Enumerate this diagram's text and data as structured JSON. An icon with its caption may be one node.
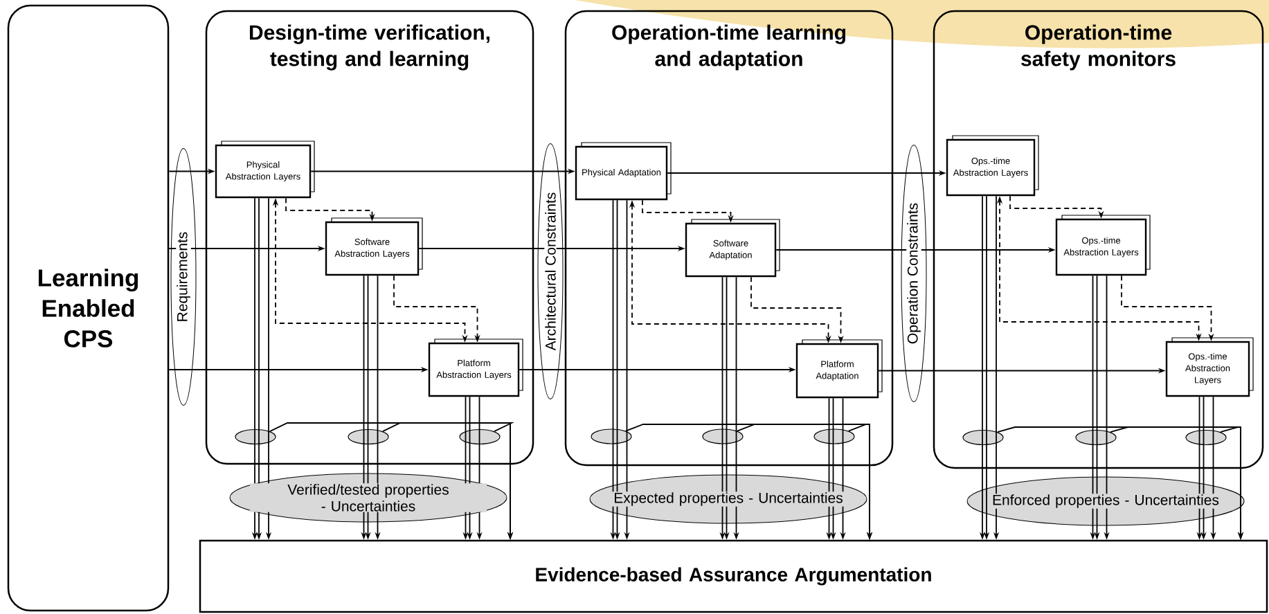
{
  "diagram": {
    "nodes": [
      {
        "text": [
          "Learning Enabled CPS"
        ]
      },
      {
        "text": [
          "Design-time verification, testing and learning"
        ]
      },
      {
        "text": [
          "Physical Abstraction Layers"
        ],
        "in": 1
      },
      {
        "text": [
          "Software Abstraction Layers"
        ],
        "in": 1
      },
      {
        "text": [
          "Platform Abstraction Layers"
        ],
        "in": 1
      },
      {
        "text": [],
        "shape": "ellipse",
        "in": 1
      },
      {
        "text": [],
        "shape": "ellipse",
        "in": 1
      },
      {
        "text": [],
        "shape": "ellipse",
        "in": 1
      },
      {
        "text": [
          "Operation-time learning and adaptation"
        ]
      },
      {
        "text": [
          "Physical Adaptation"
        ],
        "in": 8
      },
      {
        "text": [
          "Software Adaptation"
        ],
        "in": 8
      },
      {
        "text": [
          "Platform Adaptation"
        ],
        "in": 8
      },
      {
        "text": [],
        "shape": "ellipse",
        "in": 8
      },
      {
        "text": [],
        "shape": "ellipse",
        "in": 8
      },
      {
        "text": [],
        "shape": "ellipse",
        "in": 8
      },
      {
        "text": [
          "Operation-time safety monitors"
        ]
      },
      {
        "text": [
          "Ops.-time Abstraction Layers"
        ],
        "in": 15
      },
      {
        "text": [
          "Ops.-time Abstraction Layers"
        ],
        "in": 15
      },
      {
        "text": [
          "Ops.-time Abstraction Layers"
        ],
        "in": 15
      },
      {
        "text": [],
        "shape": "ellipse",
        "in": 15
      },
      {
        "text": [],
        "shape": "ellipse",
        "in": 15
      },
      {
        "text": [],
        "shape": "ellipse",
        "in": 15
      },
      {
        "text": [
          "Evidence-based Assurance Argumentation"
        ]
      }
    ],
    "edges": [
      {
        "from": 0,
        "to": 2,
        "arrow": "to"
      },
      {
        "from": 2,
        "to": 9,
        "arrow": "to"
      },
      {
        "from": 9,
        "to": 16,
        "arrow": "to"
      },
      {
        "from": 0,
        "to": 3,
        "arrow": "to"
      },
      {
        "from": 3,
        "to": 10,
        "arrow": "to"
      },
      {
        "from": 10,
        "to": 17,
        "arrow": "to"
      },
      {
        "from": 0,
        "to": 4,
        "arrow": "to"
      },
      {
        "from": 4,
        "to": 11,
        "arrow": "to"
      },
      {
        "from": 11,
        "to": 18,
        "arrow": "to"
      },
      {
        "from": 2,
        "to": 3,
        "arrow": "to",
        "style": "dashed"
      },
      {
        "from": 3,
        "to": 4,
        "arrow": "to",
        "style": "dashed"
      },
      {
        "from": 2,
        "to": 4,
        "arrow": "both",
        "style": "dashed"
      },
      {
        "from": 9,
        "to": 10,
        "arrow": "to",
        "style": "dashed"
      },
      {
        "from": 10,
        "to": 11,
        "arrow": "to",
        "style": "dashed"
      },
      {
        "from": 9,
        "to": 11,
        "arrow": "both",
        "style": "dashed"
      },
      {
        "from": 16,
        "to": 17,
        "arrow": "to",
        "style": "dashed"
      },
      {
        "from": 17,
        "to": 18,
        "arrow": "to",
        "style": "dashed"
      },
      {
        "from": 16,
        "to": 18,
        "arrow": "both",
        "style": "dashed"
      },
      {
        "from": 2,
        "to": 22,
        "arrow": "to"
      },
      {
        "from": 2,
        "to": 22,
        "arrow": "to"
      },
      {
        "from": 2,
        "to": 22,
        "arrow": "to"
      },
      {
        "from": 3,
        "to": 22,
        "arrow": "to"
      },
      {
        "from": 3,
        "to": 22,
        "arrow": "to"
      },
      {
        "from": 3,
        "to": 22,
        "arrow": "to"
      },
      {
        "from": 4,
        "to": 22,
        "arrow": "to"
      },
      {
        "from": 4,
        "to": 22,
        "arrow": "to"
      },
      {
        "from": 4,
        "to": 22,
        "arrow": "to"
      },
      {
        "from": 9,
        "to": 22,
        "arrow": "to"
      },
      {
        "from": 9,
        "to": 22,
        "arrow": "to"
      },
      {
        "from": 9,
        "to": 22,
        "arrow": "to"
      },
      {
        "from": 10,
        "to": 22,
        "arrow": "to"
      },
      {
        "from": 10,
        "to": 22,
        "arrow": "to"
      },
      {
        "from": 10,
        "to": 22,
        "arrow": "to"
      },
      {
        "from": 11,
        "to": 22,
        "arrow": "to"
      },
      {
        "from": 11,
        "to": 22,
        "arrow": "to"
      },
      {
        "from": 11,
        "to": 22,
        "arrow": "to"
      },
      {
        "from": 16,
        "to": 22,
        "arrow": "to"
      },
      {
        "from": 16,
        "to": 22,
        "arrow": "to"
      },
      {
        "from": 16,
        "to": 22,
        "arrow": "to"
      },
      {
        "from": 17,
        "to": 22,
        "arrow": "to"
      },
      {
        "from": 17,
        "to": 22,
        "arrow": "to"
      },
      {
        "from": 17,
        "to": 22,
        "arrow": "to"
      },
      {
        "from": 18,
        "to": 22,
        "arrow": "to"
      },
      {
        "from": 18,
        "to": 22,
        "arrow": "to"
      },
      {
        "from": 18,
        "to": 22,
        "arrow": "to"
      },
      {
        "from": 5,
        "to": 22,
        "arrow": "to"
      },
      {
        "from": 6,
        "to": 22,
        "arrow": "to"
      },
      {
        "from": 7,
        "to": 22,
        "arrow": "to"
      },
      {
        "from": 12,
        "to": 22,
        "arrow": "to"
      },
      {
        "from": 13,
        "to": 22,
        "arrow": "to"
      },
      {
        "from": 14,
        "to": 22,
        "arrow": "to"
      },
      {
        "from": 19,
        "to": 22,
        "arrow": "to"
      },
      {
        "from": 20,
        "to": 22,
        "arrow": "to"
      },
      {
        "from": 21,
        "to": 22,
        "arrow": "to"
      }
    ],
    "labels": [
      "Requirements",
      "Architectural  Constraints",
      "Operation Constraints",
      "Verified/tested properties - Uncertainties",
      "Expected properties - Uncertainties",
      "Enforced properties - Uncertainties"
    ]
  }
}
